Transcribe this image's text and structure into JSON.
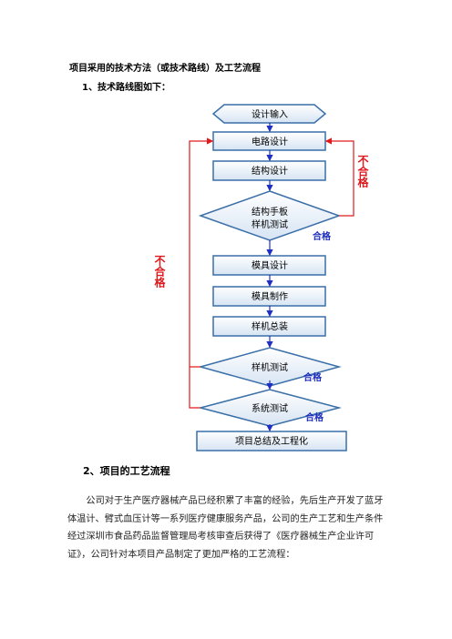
{
  "section_title": "项目采用的技术方法（或技术路线）及工艺流程",
  "subsection1": "1、技术路线图如下：",
  "flow": {
    "design_input": "设计输入",
    "circuit_design": "电路设计",
    "structure_design": "结构设计",
    "prototype_test_line1": "结构手板",
    "prototype_test_line2": "样机测试",
    "mold_design": "模具设计",
    "mold_making": "模具制作",
    "sample_assembly": "样机总装",
    "sample_test": "样机测试",
    "system_test": "系统测试",
    "summary": "项目总结及工程化",
    "pass": "合格",
    "fail": "不合格",
    "colors": {
      "border": "#3a6fa8",
      "fill_top": "#ffffff",
      "fill_bottom": "#d6e4f3",
      "arrow": "#1f2fbf",
      "fail": "#e0191d",
      "pass": "#1f2fbf"
    }
  },
  "subsection2": "2、项目的工艺流程",
  "paragraph": "公司对于生产医疗器械产品已经积累了丰富的经验，先后生产开发了蓝牙体温计、臂式血压计等一系列医疗健康服务产品，公司的生产工艺和生产条件经过深圳市食品药品监督管理局考核审查后获得了《医疗器械生产企业许可证》，公司针对本项目产品制定了更加严格的工艺流程："
}
